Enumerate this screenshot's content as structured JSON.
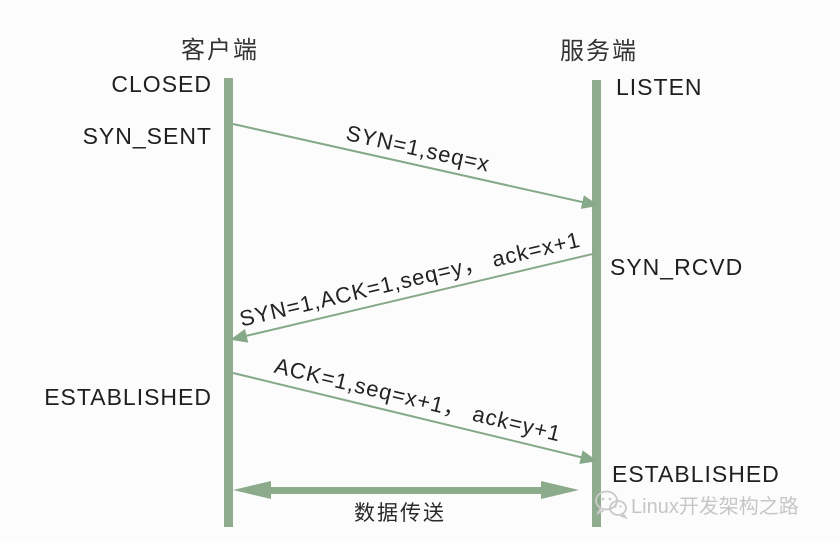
{
  "diagram": {
    "title_meaning": "TCP three-way handshake sequence",
    "client": {
      "title": "客户端",
      "states": [
        "CLOSED",
        "SYN_SENT",
        "ESTABLISHED"
      ]
    },
    "server": {
      "title": "服务端",
      "states": [
        "LISTEN",
        "SYN_RCVD",
        "ESTABLISHED"
      ]
    },
    "messages": [
      {
        "label": "SYN=1,seq=x",
        "direction": "client-to-server"
      },
      {
        "label": "SYN=1,ACK=1,seq=y， ack=x+1",
        "direction": "server-to-client"
      },
      {
        "label": "ACK=1,seq=x+1， ack=y+1",
        "direction": "client-to-server"
      }
    ],
    "data_transfer": {
      "label": "数据传送",
      "direction": "bidirectional"
    },
    "watermark": {
      "icon": "wechat-icon",
      "text": "Linux开发架构之路"
    },
    "colors": {
      "background": "#fcfcfc",
      "lifeline_green": "#8fac8e",
      "arrow_green": "#86a989",
      "transfer_green": "#8cab8b",
      "text_dark": "#1f1f1f",
      "watermark_gray": "#c6c6c6"
    }
  }
}
